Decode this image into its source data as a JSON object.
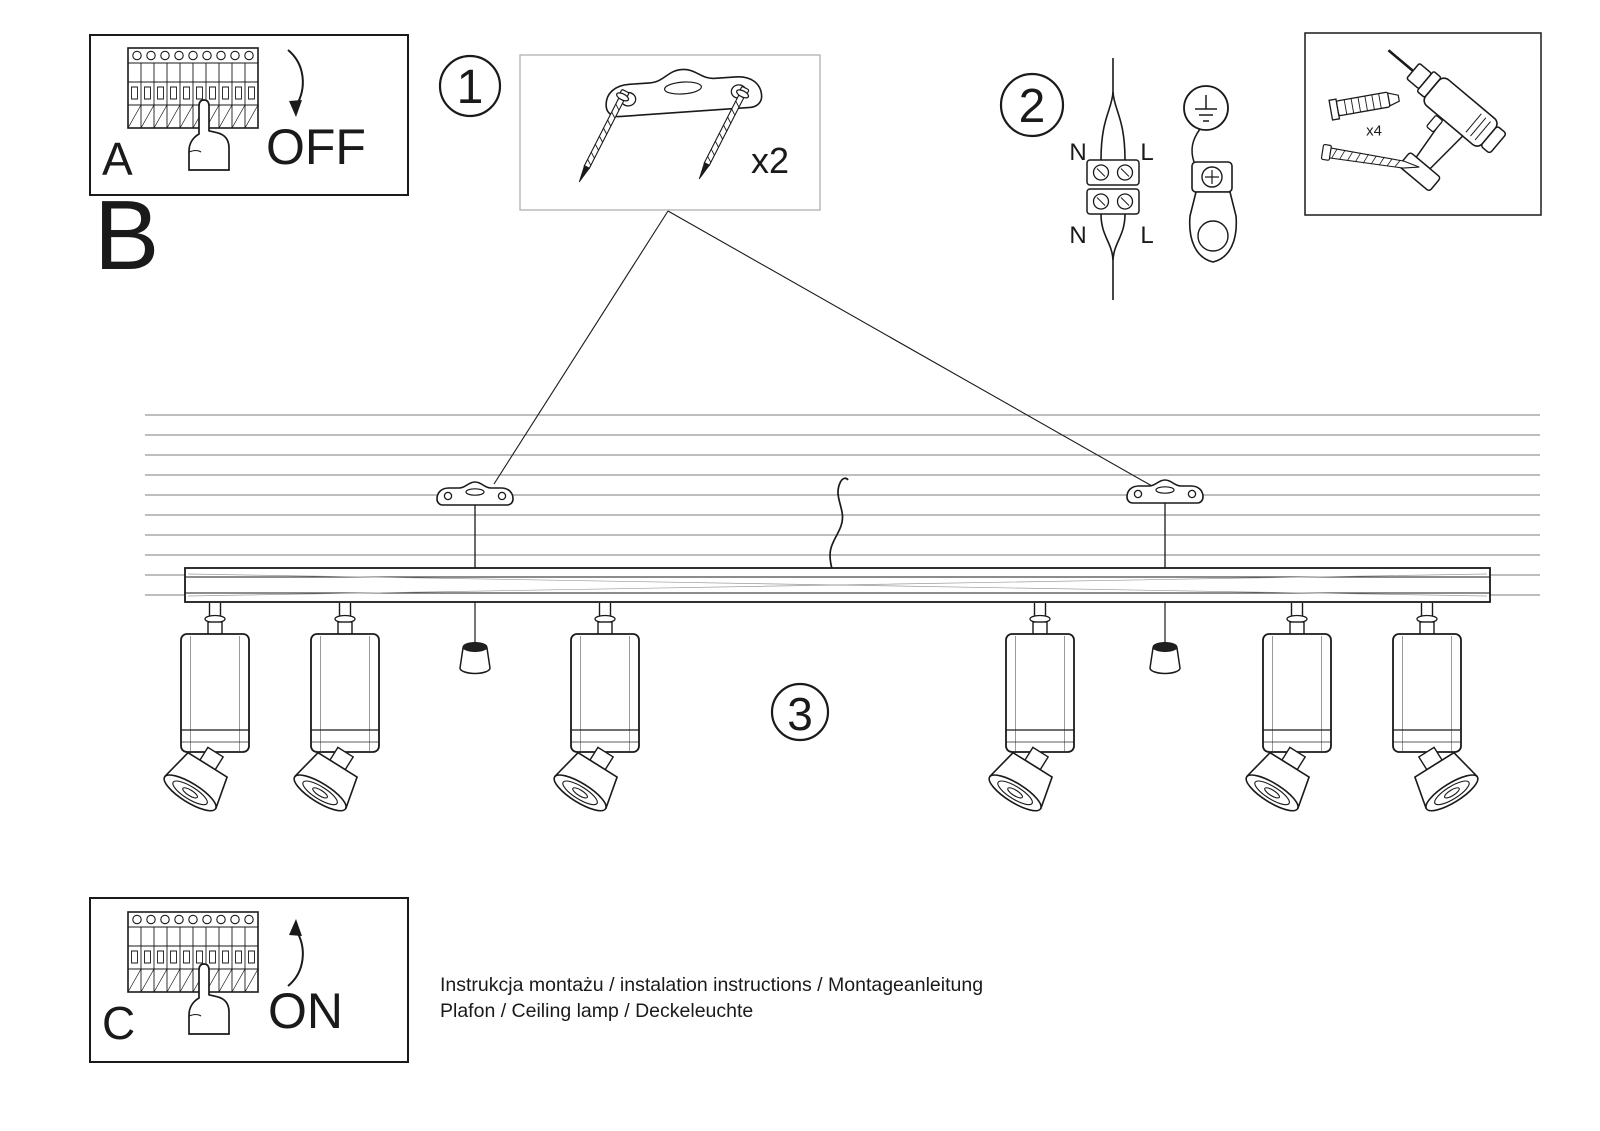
{
  "colors": {
    "ink": "#1a1a1a",
    "ceiling_line": "#7d7d7d",
    "light_box_border": "#b0b0b0",
    "paper": "#ffffff"
  },
  "panel_a": {
    "label": "A",
    "state": "OFF"
  },
  "section_b": {
    "label": "B"
  },
  "panel_c": {
    "label": "C",
    "state": "ON"
  },
  "step1": {
    "number": "1",
    "qty": "x2"
  },
  "step2": {
    "number": "2",
    "n_top": "N",
    "l_top": "L",
    "n_bottom": "N",
    "l_bottom": "L"
  },
  "step3": {
    "number": "3"
  },
  "tools": {
    "qty": "x4"
  },
  "footer": {
    "line1": "Instrukcja montażu / instalation instructions / Montageanleitung",
    "line2": "Plafon / Ceiling lamp / Deckeleuchte"
  }
}
